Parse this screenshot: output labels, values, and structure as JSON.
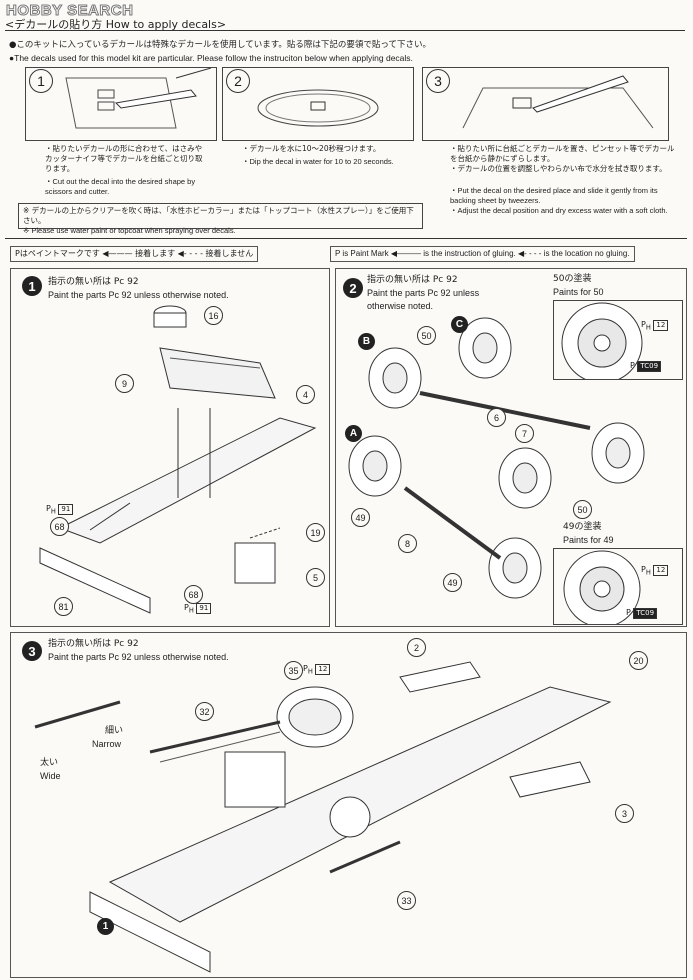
{
  "watermark": "HOBBY SEARCH",
  "header": {
    "title": "デカールの貼り方 How to apply decals"
  },
  "intro": {
    "jp": "●このキットに入っているデカールは特殊なデカールを使用しています。貼る際は下記の要領で貼って下さい。",
    "en": "●The decals used for this model kit are particular. Please follow the instruciton below when applying decals."
  },
  "decal_steps": [
    {
      "num": "1",
      "jp": "・貼りたいデカールの形に合わせて、はさみやカッターナイフ等でデカールを台紙ごと切り取ります。",
      "en": "・Cut out the decal into the desired shape by scissors and cutter."
    },
    {
      "num": "2",
      "jp": "・デカールを水に10〜20秒程つけます。",
      "en": "・Dip the decal in water for 10 to 20 seconds."
    },
    {
      "num": "3",
      "jp": "・貼りたい所に台紙ごとデカールを置き、ピンセット等でデカールを台紙から静かにずらします。\n・デカールの位置を調整しやわらかい布で水分を拭き取ります。",
      "en": "・Put the decal on the desired place and slide it gently from its backing sheet by tweezers.\n・Adjust the decal position and dry excess water with a soft cloth."
    }
  ],
  "note": {
    "jp": "※ デカールの上からクリアーを吹く時は、「水性ホビーカラー」または「トップコート（水性スプレー）」をご使用下さい。",
    "en": "※ Please use water paint or topcoat when spraying over decals."
  },
  "legend_jp": {
    "paint": "Pはペイントマークです",
    "glue": "接着します",
    "noglue": "接着しません"
  },
  "legend_en": {
    "paint": "P is Paint Mark",
    "glue": "is the instruction of gluing.",
    "noglue": "is the location no gluing."
  },
  "step1": {
    "num": "1",
    "jp": "指示の無い所は Pc 92",
    "en": "Paint the parts Pc 92 unless otherwise noted."
  },
  "step2": {
    "num": "2",
    "jp": "指示の無い所は Pc 92",
    "en": "Paint the parts Pc 92 unless otherwise noted."
  },
  "step3": {
    "num": "3",
    "jp": "指示の無い所は Pc 92",
    "en": "Paint the parts Pc 92 unless otherwise noted."
  },
  "paint_codes": {
    "ph91": "91",
    "ph12": "12",
    "tc09": "TC09",
    "pc92": "92"
  },
  "callout50": {
    "jp": "50の塗装",
    "en": "Paints for 50"
  },
  "callout49": {
    "jp": "49の塗装",
    "en": "Paints for 49"
  },
  "wheel_letters": [
    "A",
    "B",
    "C"
  ],
  "step3_labels": {
    "narrow_jp": "細い",
    "narrow_en": "Narrow",
    "wide_jp": "太い",
    "wide_en": "Wide"
  },
  "parts": {
    "s1": [
      "16",
      "9",
      "4",
      "68",
      "19",
      "5",
      "81",
      "68"
    ],
    "s2": [
      "50",
      "6",
      "7",
      "50",
      "8",
      "49",
      "49"
    ],
    "s3": [
      "35",
      "32",
      "2",
      "20",
      "3",
      "33",
      "1"
    ]
  }
}
